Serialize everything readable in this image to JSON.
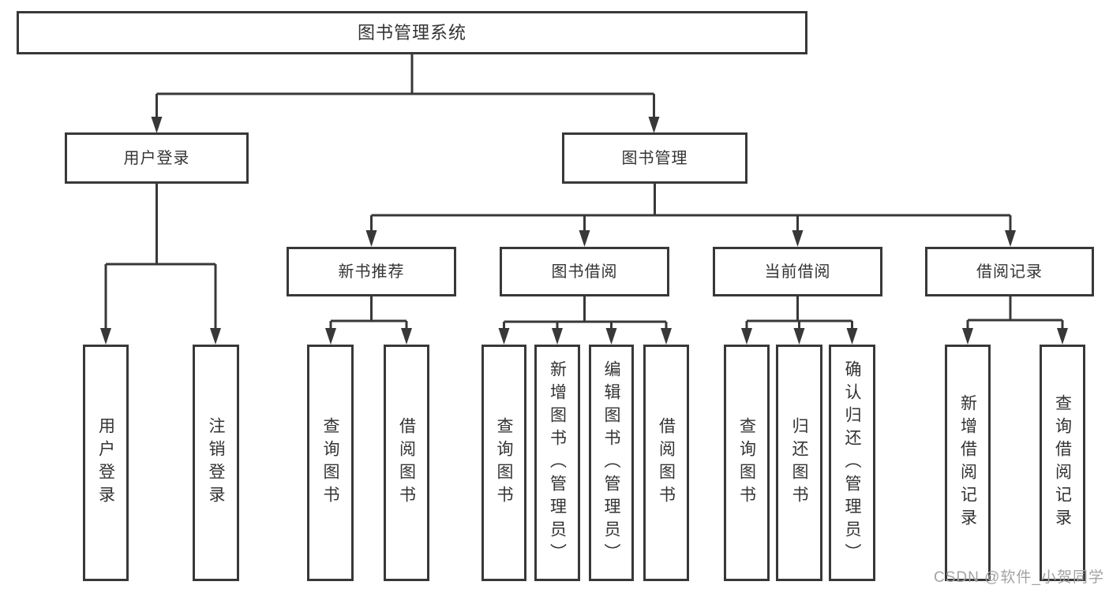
{
  "diagram": {
    "type": "hierarchy-tree",
    "tree": {
      "label": "图书管理系统",
      "children": [
        {
          "label": "用户登录",
          "children": [
            {
              "label": "用户登录"
            },
            {
              "label": "注销登录"
            }
          ]
        },
        {
          "label": "图书管理",
          "children": [
            {
              "label": "新书推荐",
              "children": [
                {
                  "label": "查询图书"
                },
                {
                  "label": "借阅图书"
                }
              ]
            },
            {
              "label": "图书借阅",
              "children": [
                {
                  "label": "查询图书"
                },
                {
                  "label": "新增图书（管理员）"
                },
                {
                  "label": "编辑图书（管理员）"
                },
                {
                  "label": "借阅图书"
                }
              ]
            },
            {
              "label": "当前借阅",
              "children": [
                {
                  "label": "查询图书"
                },
                {
                  "label": "归还图书"
                },
                {
                  "label": "确认归还（管理员）"
                }
              ]
            },
            {
              "label": "借阅记录",
              "children": [
                {
                  "label": "新增借阅记录"
                },
                {
                  "label": "查询借阅记录"
                }
              ]
            }
          ]
        }
      ]
    }
  },
  "watermark": {
    "text": "CSDN @软件_小贺同学"
  },
  "colors": {
    "line": "#383838",
    "box_border": "#383838",
    "text": "#333333",
    "background": "#ffffff",
    "watermark": "#a3a3a3"
  }
}
